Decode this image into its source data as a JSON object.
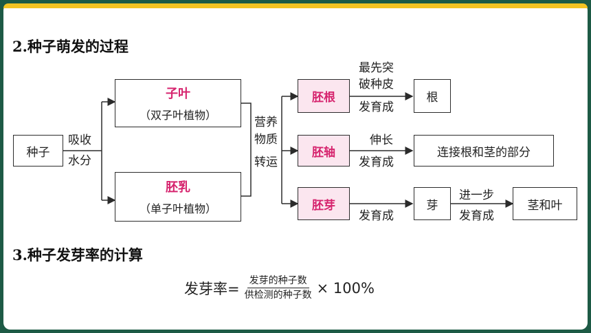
{
  "sections": [
    {
      "title": "2.种子萌发的过程"
    },
    {
      "title": "3.种子发芽率的计算"
    }
  ],
  "flow": {
    "seed": "种子",
    "absorb": [
      "吸收",
      "水分"
    ],
    "cotyledon": {
      "name": "子叶",
      "note": "（双子叶植物）"
    },
    "endosperm": {
      "name": "胚乳",
      "note": "（单子叶植物）"
    },
    "nutrients": [
      "营养",
      "物质",
      "转运"
    ],
    "radicle": {
      "name": "胚根",
      "label_top": [
        "最先突",
        "破种皮"
      ],
      "label_bottom": "发育成",
      "result": "根"
    },
    "hypocotyl": {
      "name": "胚轴",
      "label_top": "伸长",
      "label_bottom": "发育成",
      "result": "连接根和茎的部分"
    },
    "plumule": {
      "name": "胚芽",
      "label_bottom": "发育成",
      "result": "芽",
      "label2_top": "进一步",
      "label2_bottom": "发育成",
      "result2": "茎和叶"
    }
  },
  "formula": {
    "lhs": "发芽率=",
    "numerator": "发芽的种子数",
    "denominator": "供检测的种子数",
    "times": "× 100%"
  },
  "colors": {
    "background": "#1d5a45",
    "accent": "#f3c322",
    "highlight": "#d6246e",
    "highlight_fill": "#fbe6ef"
  }
}
